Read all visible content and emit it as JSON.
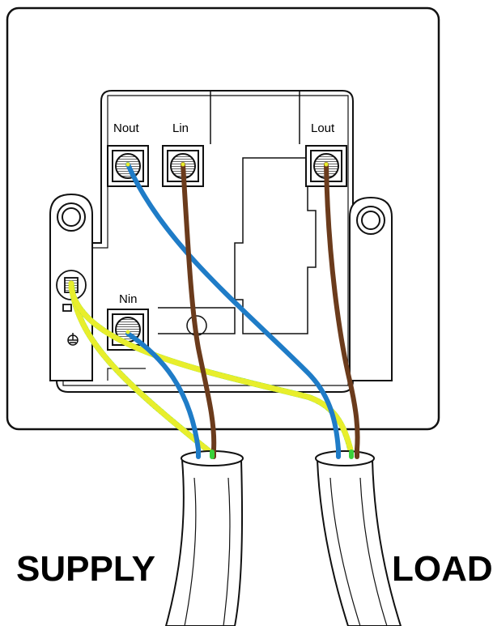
{
  "terminals": {
    "nout": "Nout",
    "lin": "Lin",
    "lout": "Lout",
    "nin": "Nin"
  },
  "cables": {
    "supply": "SUPPLY",
    "load": "LOAD"
  },
  "colors": {
    "neutral": "#1f7cc7",
    "live": "#6b3b1c",
    "earth_green": "#39d23a",
    "earth_yellow": "#e8ee2c",
    "outline": "#111111",
    "plate": "#ffffff"
  }
}
